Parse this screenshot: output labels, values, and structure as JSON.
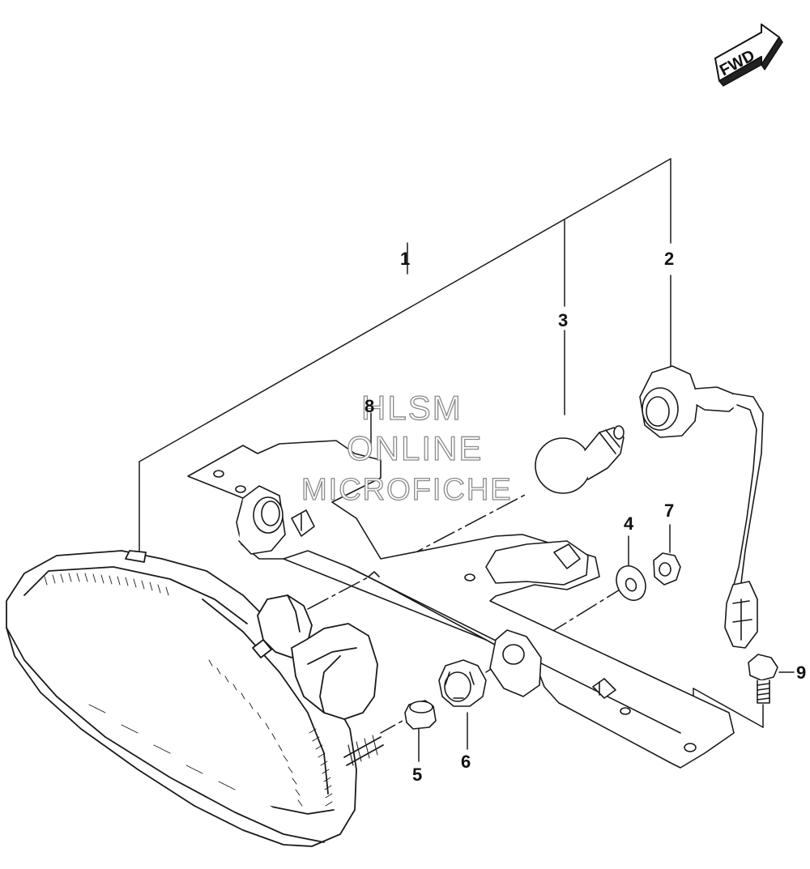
{
  "fwd_label": "FWD",
  "callouts": {
    "c1": "1",
    "c2": "2",
    "c3": "3",
    "c4": "4",
    "c5": "5",
    "c6": "6",
    "c7": "7",
    "c8": "8",
    "c9": "9"
  },
  "watermark": {
    "line1": "HLSM",
    "line2": "ONLINE",
    "line3": "MICROFICHE"
  },
  "colors": {
    "line": "#1a1a1a",
    "watermark_outline": "#8a8a8a",
    "background": "#ffffff"
  }
}
